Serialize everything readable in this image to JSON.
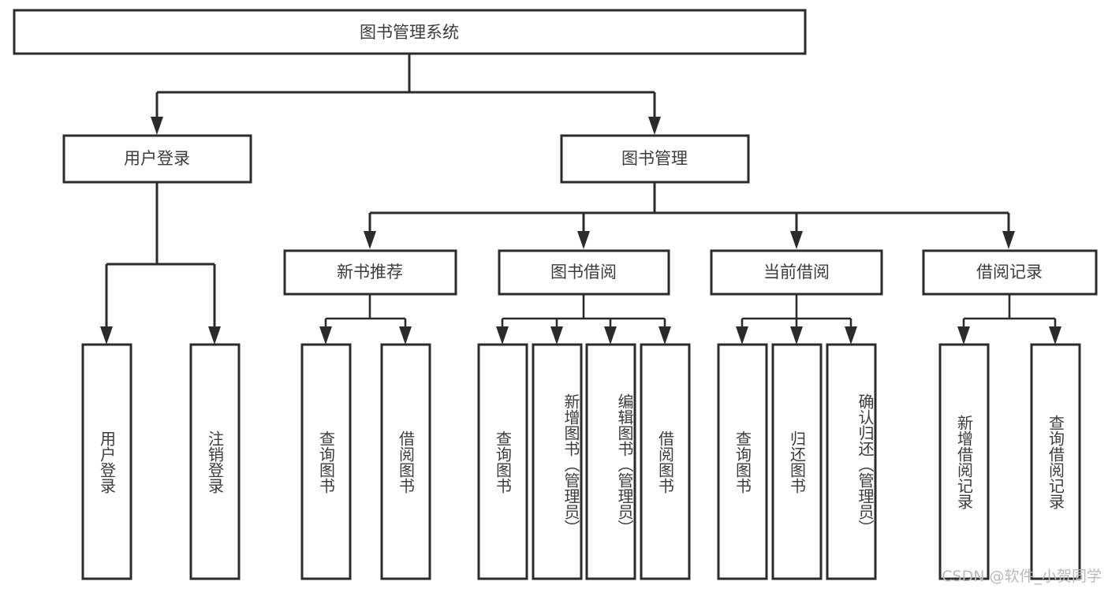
{
  "diagram": {
    "type": "tree-hierarchy",
    "title": "图书管理系统",
    "background_color": "#ffffff",
    "box_stroke_color": "#2b2b2b",
    "box_fill_color": "#ffffff",
    "text_color": "#3c3c3c",
    "root": {
      "id": "root",
      "label": "图书管理系统",
      "orientation": "horizontal"
    },
    "level1": [
      {
        "id": "user-login",
        "label": "用户登录",
        "orientation": "horizontal"
      },
      {
        "id": "book-management",
        "label": "图书管理",
        "orientation": "horizontal"
      }
    ],
    "level2": [
      {
        "id": "new-book-recommend",
        "label": "新书推荐",
        "orientation": "horizontal",
        "parent": "book-management"
      },
      {
        "id": "book-borrow",
        "label": "图书借阅",
        "orientation": "horizontal",
        "parent": "book-management"
      },
      {
        "id": "current-borrow",
        "label": "当前借阅",
        "orientation": "horizontal",
        "parent": "book-management"
      },
      {
        "id": "borrow-record",
        "label": "借阅记录",
        "orientation": "horizontal",
        "parent": "book-management"
      }
    ],
    "leaves": [
      {
        "id": "leaf-user-login",
        "label": "用户登录",
        "orientation": "vertical",
        "parent": "user-login"
      },
      {
        "id": "leaf-user-logout",
        "label": "注销登录",
        "orientation": "vertical",
        "parent": "user-login"
      },
      {
        "id": "leaf-query-book-1",
        "label": "查询图书",
        "orientation": "vertical",
        "parent": "new-book-recommend"
      },
      {
        "id": "leaf-borrow-book-1",
        "label": "借阅图书",
        "orientation": "vertical",
        "parent": "new-book-recommend"
      },
      {
        "id": "leaf-query-book-2",
        "label": "查询图书",
        "orientation": "vertical",
        "parent": "book-borrow"
      },
      {
        "id": "leaf-add-book",
        "label": "新增图书（管理员）",
        "orientation": "vertical",
        "parent": "book-borrow"
      },
      {
        "id": "leaf-edit-book",
        "label": "编辑图书（管理员）",
        "orientation": "vertical",
        "parent": "book-borrow"
      },
      {
        "id": "leaf-borrow-book-2",
        "label": "借阅图书",
        "orientation": "vertical",
        "parent": "book-borrow"
      },
      {
        "id": "leaf-query-book-3",
        "label": "查询图书",
        "orientation": "vertical",
        "parent": "current-borrow"
      },
      {
        "id": "leaf-return-book",
        "label": "归还图书",
        "orientation": "vertical",
        "parent": "current-borrow"
      },
      {
        "id": "leaf-confirm-return",
        "label": "确认归还（管理员）",
        "orientation": "vertical",
        "parent": "current-borrow"
      },
      {
        "id": "leaf-add-record",
        "label": "新增借阅记录",
        "orientation": "vertical",
        "parent": "borrow-record"
      },
      {
        "id": "leaf-query-record",
        "label": "查询借阅记录",
        "orientation": "vertical",
        "parent": "borrow-record"
      }
    ]
  },
  "watermark": {
    "text": "CSDN @软件_小贺同学",
    "color": "#b9b9b9"
  }
}
